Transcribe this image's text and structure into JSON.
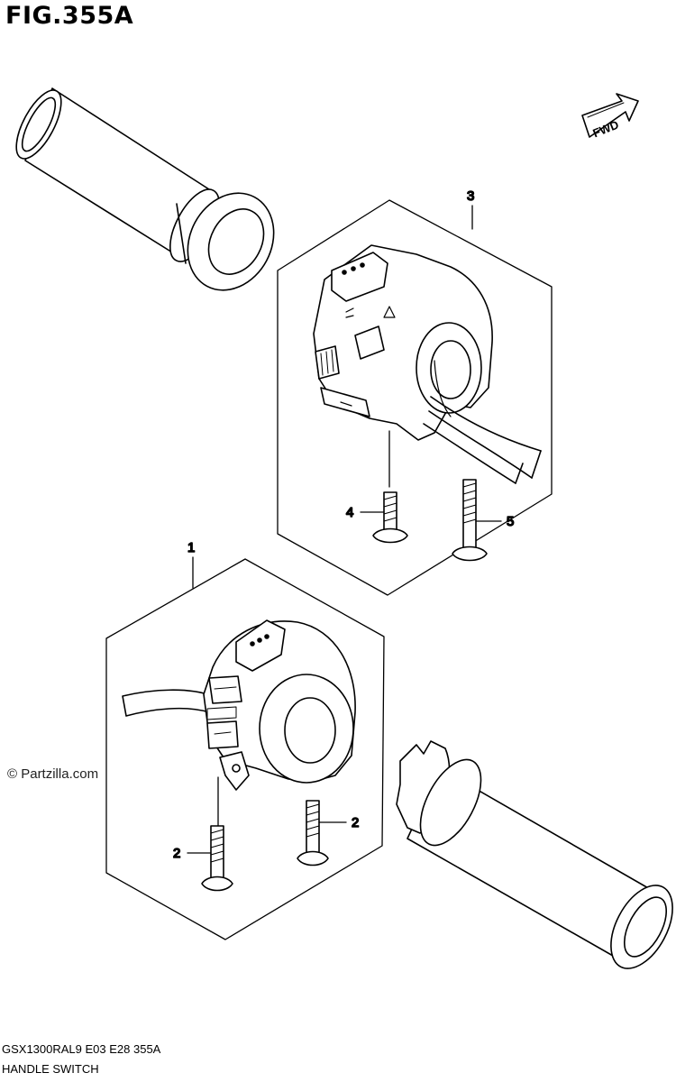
{
  "figure": {
    "title": "FIG.355A"
  },
  "direction_tag": {
    "label": "FWD"
  },
  "callouts": [
    {
      "id": "3",
      "label": "3"
    },
    {
      "id": "4",
      "label": "4"
    },
    {
      "id": "5",
      "label": "5"
    },
    {
      "id": "1",
      "label": "1"
    },
    {
      "id": "2a",
      "label": "2"
    },
    {
      "id": "2b",
      "label": "2"
    }
  ],
  "watermark": {
    "text": "© Partzilla.com"
  },
  "footer": {
    "code": "GSX1300RAL9  E03  E28  355A",
    "title": "HANDLE SWITCH"
  }
}
